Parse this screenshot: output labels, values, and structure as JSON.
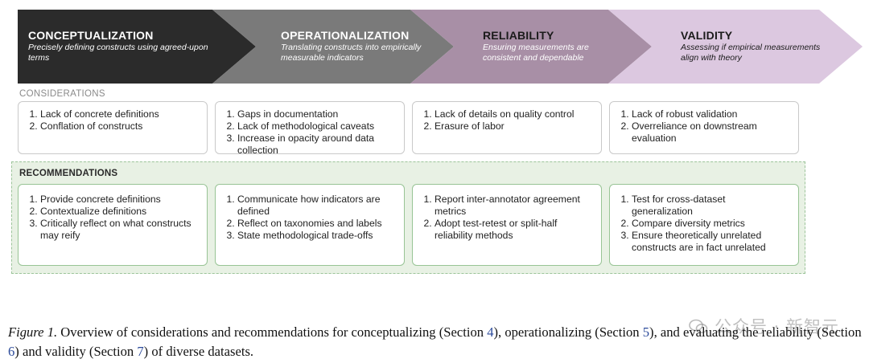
{
  "stages": [
    {
      "title": "CONCEPTUALIZATION",
      "subtitle": "Precisely defining constructs using agreed-upon terms",
      "color": "#2b2b2b"
    },
    {
      "title": "OPERATIONALIZATION",
      "subtitle": "Translating constructs into empirically measurable indicators",
      "color": "#7a7a7a"
    },
    {
      "title": "RELIABILITY",
      "subtitle": "Ensuring measurements are consistent and dependable",
      "color": "#a88fa6"
    },
    {
      "title": "VALIDITY",
      "subtitle": "Assessing if empirical measurements align with theory",
      "color": "#dcc8e0"
    }
  ],
  "considerations": {
    "label": "CONSIDERATIONS",
    "columns": [
      [
        "Lack of concrete definitions",
        "Conflation of constructs"
      ],
      [
        "Gaps in documentation",
        "Lack of methodological caveats",
        "Increase in opacity around data collection"
      ],
      [
        "Lack of details on quality control",
        "Erasure of labor"
      ],
      [
        "Lack of robust validation",
        "Overreliance on downstream evaluation"
      ]
    ]
  },
  "recommendations": {
    "label": "RECOMMENDATIONS",
    "columns": [
      [
        "Provide concrete definitions",
        "Contextualize definitions",
        "Critically reflect on what constructs may reify"
      ],
      [
        "Communicate how indicators are defined",
        "Reflect on taxonomies and labels",
        "State methodological trade-offs"
      ],
      [
        "Report inter-annotator agreement metrics",
        "Adopt test-retest or split-half reliability methods"
      ],
      [
        "Test for cross-dataset generalization",
        "Compare diversity metrics",
        "Ensure theoretically unrelated constructs are in fact unrelated"
      ]
    ]
  },
  "caption": {
    "figure_label": "Figure 1.",
    "text_1": " Overview of considerations and recommendations for conceptualizing (Section ",
    "ref_1": "4",
    "text_2": "), operationalizing (Section ",
    "ref_2": "5",
    "text_3": "), and evaluating the reliability (Section ",
    "ref_3": "6",
    "text_4": ") and validity (Section ",
    "ref_4": "7",
    "text_5": ") of diverse datasets."
  },
  "watermark": "公众号 · 新智元"
}
